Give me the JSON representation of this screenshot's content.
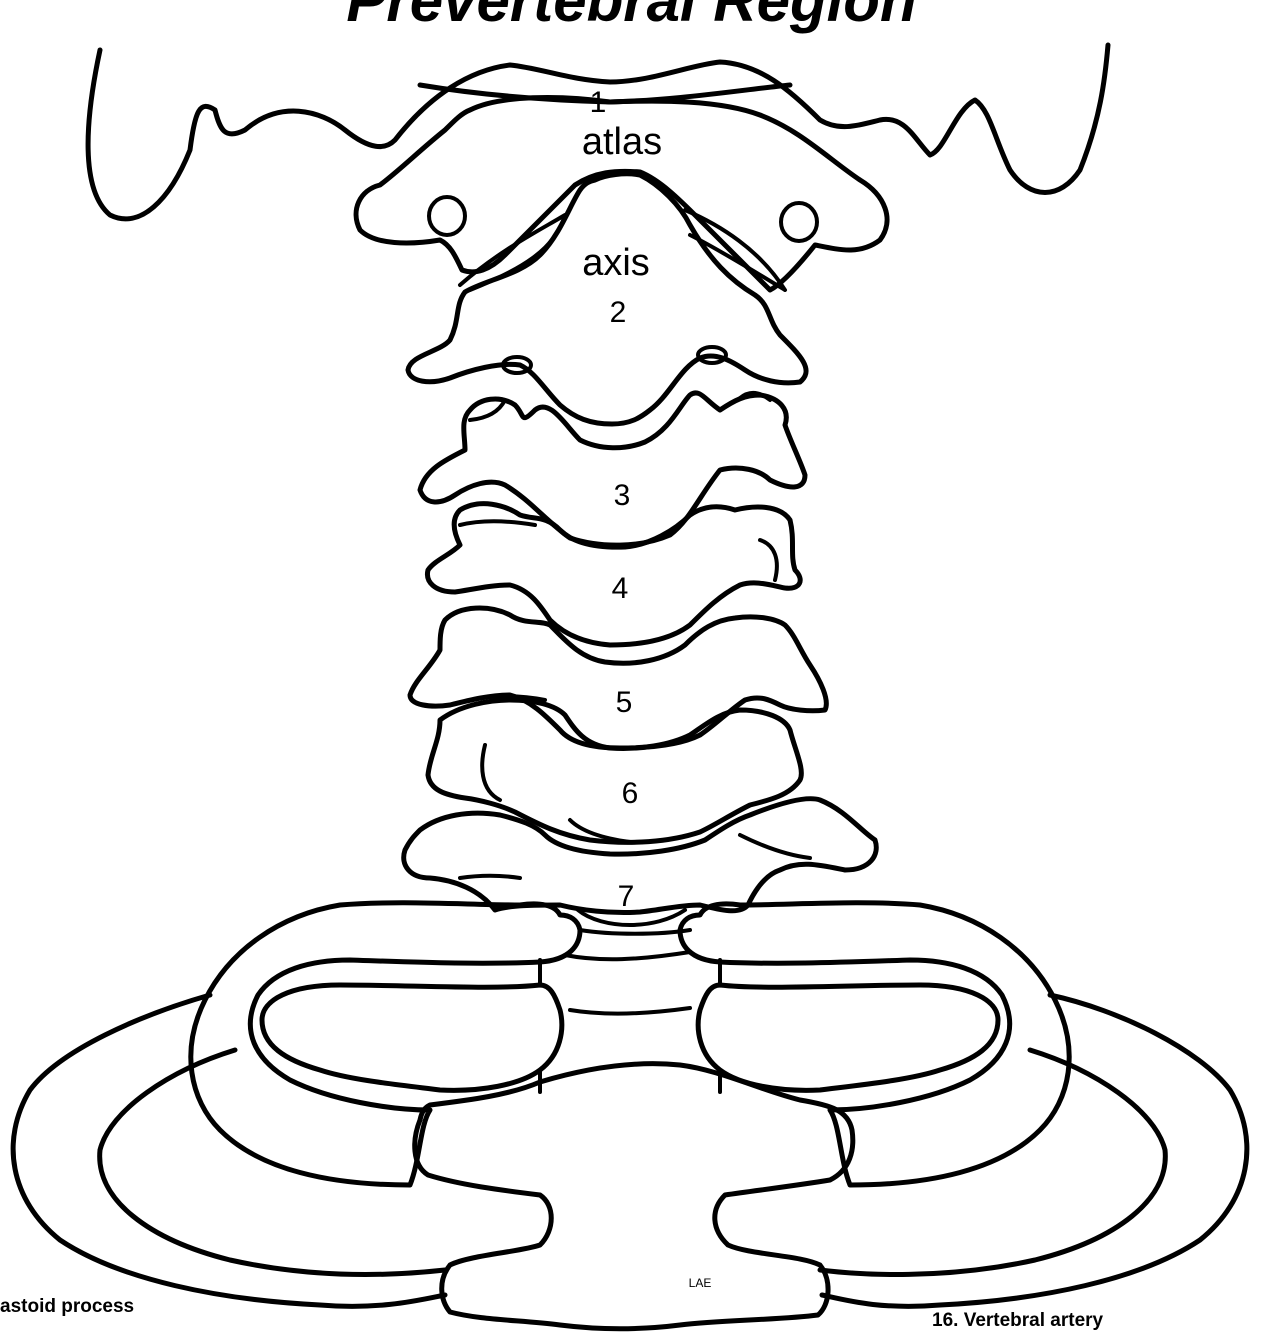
{
  "title": "Prevertebral Region",
  "labels": {
    "c1_number": "1",
    "c1_name": "atlas",
    "c2_name": "axis",
    "c2_number": "2",
    "c3": "3",
    "c4": "4",
    "c5": "5",
    "c6": "6",
    "c7": "7",
    "initials": "LAE"
  },
  "captions": {
    "left": "astoid process",
    "right": "16.  Vertebral artery"
  }
}
